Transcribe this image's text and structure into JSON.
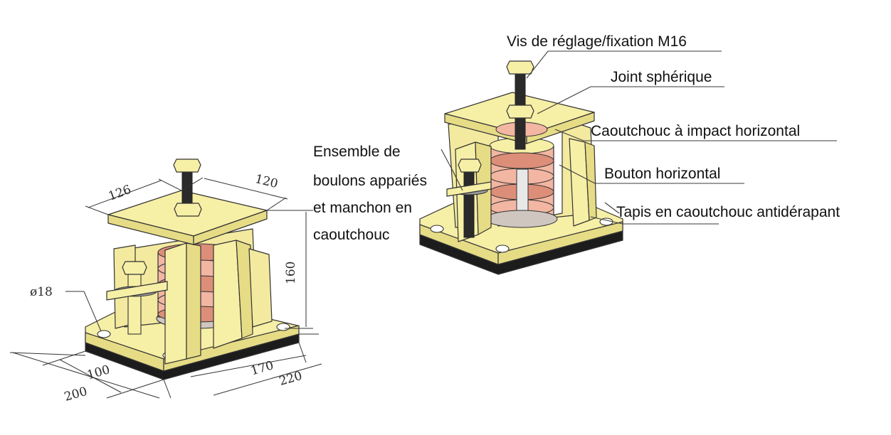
{
  "figure": {
    "palette": {
      "body_yellow": "#f6efa6",
      "body_shade": "#e6dc86",
      "spring_pink": "#f2b6a2",
      "spring_dark": "#dc8e78",
      "rubber_black": "#1c1c1c",
      "bolt_steel": "#d8d8c8",
      "outline": "#333333"
    },
    "left_view": {
      "dimensions": {
        "top_width": "126",
        "top_depth": "120",
        "height": "160",
        "hole_diameter": "ø18",
        "base_inner_width": "100",
        "base_width": "200",
        "base_inner_depth": "170",
        "base_depth": "220"
      }
    },
    "right_view": {
      "labels": {
        "screw": "Vis de réglage/fixation M16",
        "ball_joint": "Joint sphérique",
        "horizontal_rubber": "Caoutchouc à impact horizontal",
        "bolt_set_line1": "Ensemble de",
        "bolt_set_line2": "boulons appariés",
        "bolt_set_line3": "et manchon en",
        "bolt_set_line4": "caoutchouc",
        "horizontal_button": "Bouton horizontal",
        "anti_slip_pad": "Tapis en caoutchouc antidérapant"
      }
    }
  }
}
